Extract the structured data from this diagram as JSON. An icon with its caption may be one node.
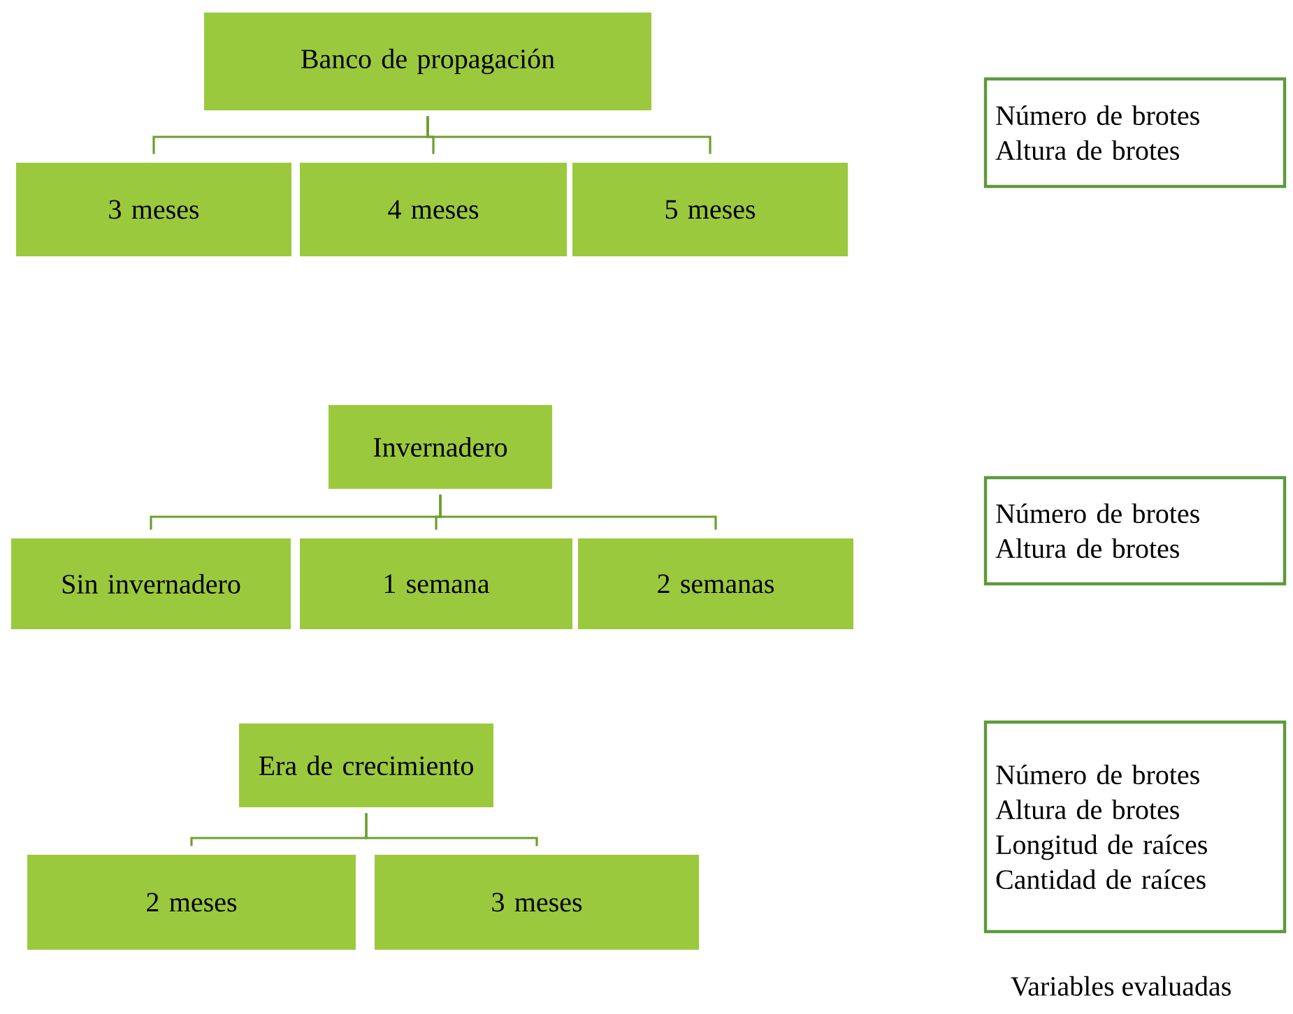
{
  "diagram": {
    "nodes": [
      {
        "text": [
          "Banco de propagación"
        ]
      },
      {
        "text": [
          "3 meses"
        ]
      },
      {
        "text": [
          "4 meses"
        ]
      },
      {
        "text": [
          "5 meses"
        ]
      },
      {
        "text": [
          "Número de brotes",
          "Altura de brotes"
        ]
      },
      {
        "text": [
          "Invernadero"
        ]
      },
      {
        "text": [
          "Sin invernadero"
        ]
      },
      {
        "text": [
          "1 semana"
        ]
      },
      {
        "text": [
          "2 semanas"
        ]
      },
      {
        "text": [
          "Número de brotes",
          "Altura de brotes"
        ]
      },
      {
        "text": [
          "Era de crecimiento"
        ]
      },
      {
        "text": [
          "2 meses"
        ]
      },
      {
        "text": [
          "3 meses"
        ]
      },
      {
        "text": [
          "Número de brotes",
          "Altura de brotes",
          "Longitud de raíces",
          "Cantidad de raíces"
        ]
      }
    ],
    "edges": [
      {
        "from": 0,
        "to": 1,
        "arrow": "none"
      },
      {
        "from": 0,
        "to": 2,
        "arrow": "none"
      },
      {
        "from": 0,
        "to": 3,
        "arrow": "none"
      },
      {
        "from": 5,
        "to": 6,
        "arrow": "none"
      },
      {
        "from": 5,
        "to": 7,
        "arrow": "none"
      },
      {
        "from": 5,
        "to": 8,
        "arrow": "none"
      },
      {
        "from": 10,
        "to": 11,
        "arrow": "none"
      },
      {
        "from": 10,
        "to": 12,
        "arrow": "none"
      }
    ],
    "labels": [
      "Variables evaluadas"
    ]
  }
}
